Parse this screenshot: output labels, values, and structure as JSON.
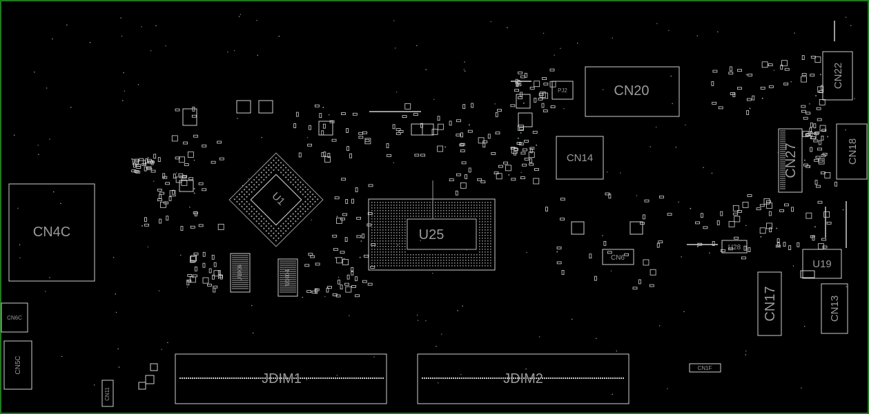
{
  "labels": {
    "cn4c": "CN4C",
    "cn20": "CN20",
    "cn14": "CN14",
    "cn22": "CN22",
    "cn18": "CN18",
    "cn27": "CN27",
    "u25": "U25",
    "u1": "U1",
    "u1006": "U1006",
    "u1004": "U1004",
    "cn6": "CN6",
    "u28": "U28",
    "u19": "U19",
    "cn17": "CN17",
    "cn13": "CN13",
    "cn6c": "CN6C",
    "cn5c": "CN5C",
    "jdim1": "JDIM1",
    "jdim2": "JDIM2",
    "cn1f": "CN1F",
    "cn11": "CN11",
    "pj2": "PJ2"
  },
  "colors": {
    "background": "#000000",
    "frame": "#1f7a1f",
    "outline": "#cfcfcf",
    "label": "#9a9a9a"
  }
}
